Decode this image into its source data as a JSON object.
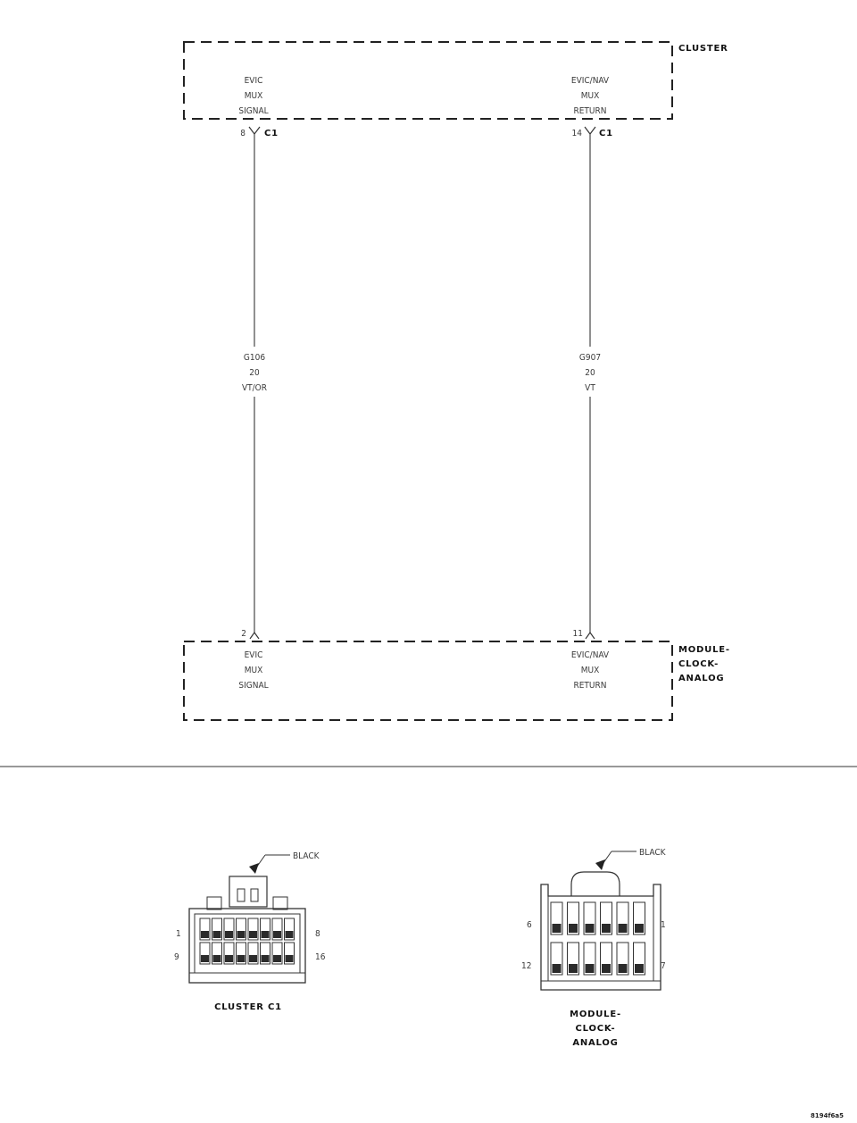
{
  "cluster": {
    "title": "CLUSTER",
    "pin_left_label": [
      "EVIC",
      "MUX",
      "SIGNAL"
    ],
    "pin_right_label": [
      "EVIC/NAV",
      "MUX",
      "RETURN"
    ],
    "pin_left_number": "8",
    "pin_right_number": "14",
    "connector": "C1"
  },
  "wires": [
    {
      "circuit": "G106",
      "gauge": "20",
      "color": "VT/OR"
    },
    {
      "circuit": "G907",
      "gauge": "20",
      "color": "VT"
    }
  ],
  "module": {
    "title_lines": [
      "MODULE-",
      "CLOCK-",
      "ANALOG"
    ],
    "pin_left_number": "2",
    "pin_right_number": "11",
    "pin_left_label": [
      "EVIC",
      "MUX",
      "SIGNAL"
    ],
    "pin_right_label": [
      "EVIC/NAV",
      "MUX",
      "RETURN"
    ]
  },
  "connector_cluster": {
    "color_label": "BLACK",
    "pin_top_left": "1",
    "pin_top_right": "8",
    "pin_bottom_left": "9",
    "pin_bottom_right": "16",
    "caption": "CLUSTER C1"
  },
  "connector_module": {
    "color_label": "BLACK",
    "pin_top_left": "6",
    "pin_top_right": "1",
    "pin_bottom_left": "12",
    "pin_bottom_right": "7",
    "caption_lines": [
      "MODULE-",
      "CLOCK-",
      "ANALOG"
    ]
  },
  "figure_id": "8194f6a5"
}
